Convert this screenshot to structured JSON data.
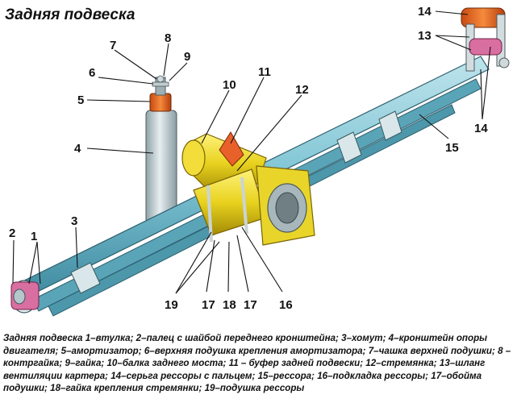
{
  "title": "Задняя подвеска",
  "caption": "Задняя подвеска 1–втулка; 2–палец с шайбой переднего кронштейна; 3–хомут; 4–кронштейн опоры двигателя; 5–амортизатор; 6–верхняя подушка крепления амортизатора; 7–чашка верхней подушки; 8 – контргайка; 9–гайка; 10–балка заднего моста; 11 – буфер задней подвески; 12–стремянка; 13–шланг вентиляции картера; 14–серьга рессоры с пальцем; 15–рессора; 16–подкладка рессоры; 17–обойма подушки; 18–гайка крепления стремянки; 19–подушка рессоры",
  "callouts": {
    "n1": "1",
    "n2": "2",
    "n3": "3",
    "n4": "4",
    "n5": "5",
    "n6": "6",
    "n7": "7",
    "n8": "8",
    "n9": "9",
    "n10": "10",
    "n11": "11",
    "n12": "12",
    "n13": "13",
    "n14a": "14",
    "n14b": "14",
    "n15": "15",
    "n16": "16",
    "n17a": "17",
    "n17b": "17",
    "n18": "18",
    "n19": "19"
  }
}
